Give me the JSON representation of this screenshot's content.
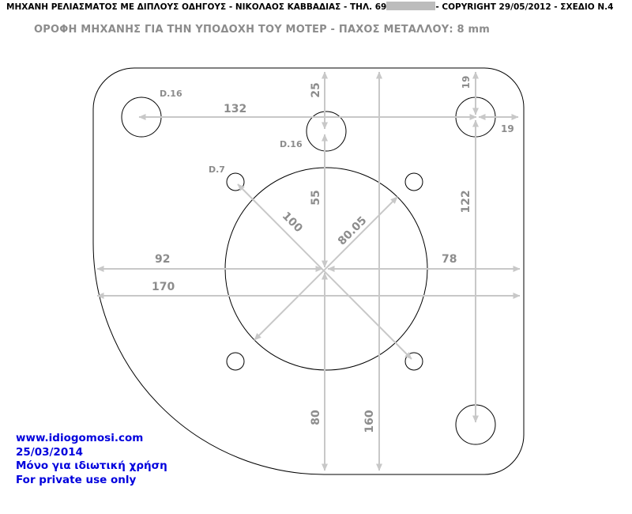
{
  "header": {
    "left": "ΜΗΧΑΝΗ ΡΕΛΙΑΣΜΑΤΟΣ ΜΕ ΔΙΠΛΟΥΣ ΟΔΗΓΟΥΣ - ΝΙΚΟΛΑΟΣ ΚΑΒΒΑΔΙΑΣ - ΤΗΛ. 69",
    "right": "- COPYRIGHT 29/05/2012  -   ΣΧΕΔΙΟ Ν.4"
  },
  "subtitle": "ΟΡΟΦΗ ΜΗΧΑΝΗΣ ΓΙΑ ΤΗΝ ΥΠΟΔΟΧΗ ΤΟΥ ΜΟΤΕΡ - ΠΑΧΟΣ ΜΕΤΑΛΛΟΥ: 8 mm",
  "labels": {
    "d16_left": "D.16",
    "d16_center": "D.16",
    "d7": "D.7",
    "dim_132": "132",
    "dim_25": "25",
    "dim_19_vertical": "19",
    "dim_19_horizontal": "19",
    "dim_55": "55",
    "dim_122": "122",
    "dim_100": "100",
    "dim_80_05": "80.05",
    "dim_92": "92",
    "dim_78": "78",
    "dim_170": "170",
    "dim_80": "80",
    "dim_160": "160"
  },
  "footer": {
    "line1": "www.idiogomosi.com",
    "line2": "25/03/2014",
    "line3": "Μόνο για ιδιωτική χρήση",
    "line4": "For private use only"
  },
  "colors": {
    "outline": "#000000",
    "dimension": "#c8c8c8",
    "dimension_text": "#8c8c8c",
    "footer_text": "#0000dd",
    "redaction": "#bcbcbc"
  }
}
